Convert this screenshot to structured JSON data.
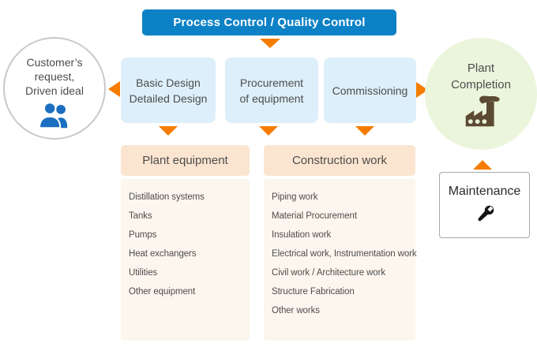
{
  "banner": {
    "label": "Process Control / Quality Control"
  },
  "customer_circle": {
    "lines": [
      "Customer’s",
      "request,",
      "Driven ideal"
    ]
  },
  "process_boxes": [
    {
      "lines": [
        "Basic Design",
        "Detailed Design"
      ]
    },
    {
      "lines": [
        "Procurement",
        "of equipment"
      ]
    },
    {
      "lines": [
        "Commissioning"
      ]
    }
  ],
  "plant_completion": {
    "lines": [
      "Plant",
      "Completion"
    ]
  },
  "maintenance": {
    "label": "Maintenance"
  },
  "panels": [
    {
      "title": "Plant equipment",
      "items": [
        "Distillation systems",
        "Tanks",
        "Pumps",
        "Heat exchangers",
        "Utilities",
        "Other equipment"
      ]
    },
    {
      "title": "Construction work",
      "items": [
        "Piping work",
        "Material Procurement",
        "Insulation work",
        "Electrical work, Instrumentation work",
        "Civil work / Architecture work",
        "Structure Fabrication",
        "Other works"
      ]
    }
  ],
  "icons": {
    "people": "people-icon",
    "factory": "factory-icon",
    "wrench": "wrench-icon"
  },
  "colors": {
    "banner_blue": "#0d81c6",
    "process_box_blue": "#ddeffa",
    "arrow_orange": "#f67c00",
    "header_peach": "#fbe5d1",
    "panel_cream": "#fdf6ee",
    "completion_green": "#ebf5dc",
    "text_gray": "#4d4d4d",
    "people_icon_blue": "#1b6fc0",
    "factory_icon_brown": "#5d4a33"
  }
}
